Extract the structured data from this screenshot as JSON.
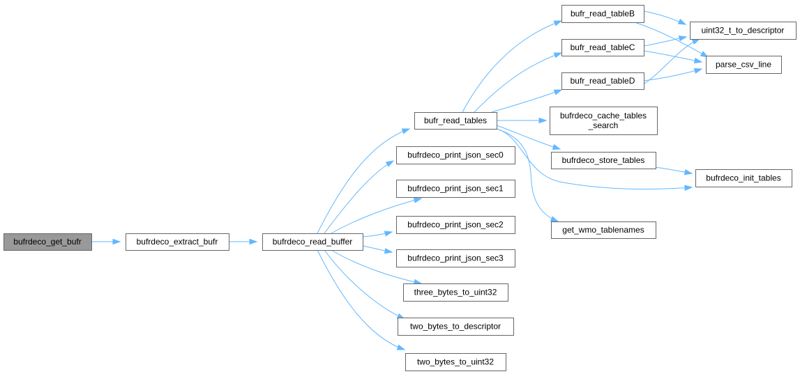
{
  "graph": {
    "edge_color": "#63b8ff",
    "node_border_color": "#666666",
    "root_fill_color": "#999999",
    "nodes": [
      {
        "id": "n1",
        "lines": [
          "bufrdeco_get_bufr"
        ],
        "root": true
      },
      {
        "id": "n2",
        "lines": [
          "bufrdeco_extract_bufr"
        ]
      },
      {
        "id": "n3",
        "lines": [
          "bufrdeco_read_buffer"
        ]
      },
      {
        "id": "n4",
        "lines": [
          "bufr_read_tables"
        ]
      },
      {
        "id": "n5",
        "lines": [
          "bufrdeco_print_json_sec0"
        ]
      },
      {
        "id": "n6",
        "lines": [
          "bufrdeco_print_json_sec1"
        ]
      },
      {
        "id": "n7",
        "lines": [
          "bufrdeco_print_json_sec2"
        ]
      },
      {
        "id": "n8",
        "lines": [
          "bufrdeco_print_json_sec3"
        ]
      },
      {
        "id": "n9",
        "lines": [
          "three_bytes_to_uint32"
        ]
      },
      {
        "id": "n10",
        "lines": [
          "two_bytes_to_descriptor"
        ]
      },
      {
        "id": "n11",
        "lines": [
          "two_bytes_to_uint32"
        ]
      },
      {
        "id": "n12",
        "lines": [
          "bufr_read_tableB"
        ]
      },
      {
        "id": "n13",
        "lines": [
          "bufr_read_tableC"
        ]
      },
      {
        "id": "n14",
        "lines": [
          "bufr_read_tableD"
        ]
      },
      {
        "id": "n15",
        "lines": [
          "bufrdeco_cache_tables",
          "_search"
        ]
      },
      {
        "id": "n16",
        "lines": [
          "bufrdeco_store_tables"
        ]
      },
      {
        "id": "n17",
        "lines": [
          "get_wmo_tablenames"
        ]
      },
      {
        "id": "n18",
        "lines": [
          "uint32_t_to_descriptor"
        ]
      },
      {
        "id": "n19",
        "lines": [
          "parse_csv_line"
        ]
      },
      {
        "id": "n20",
        "lines": [
          "bufrdeco_init_tables"
        ]
      }
    ],
    "edges": [
      {
        "from": "n1",
        "to": "n2"
      },
      {
        "from": "n2",
        "to": "n3"
      },
      {
        "from": "n3",
        "to": "n4"
      },
      {
        "from": "n3",
        "to": "n5"
      },
      {
        "from": "n3",
        "to": "n6"
      },
      {
        "from": "n3",
        "to": "n7"
      },
      {
        "from": "n3",
        "to": "n8"
      },
      {
        "from": "n3",
        "to": "n9"
      },
      {
        "from": "n3",
        "to": "n10"
      },
      {
        "from": "n3",
        "to": "n11"
      },
      {
        "from": "n4",
        "to": "n12"
      },
      {
        "from": "n4",
        "to": "n13"
      },
      {
        "from": "n4",
        "to": "n14"
      },
      {
        "from": "n4",
        "to": "n15"
      },
      {
        "from": "n4",
        "to": "n16"
      },
      {
        "from": "n4",
        "to": "n20"
      },
      {
        "from": "n4",
        "to": "n17"
      },
      {
        "from": "n12",
        "to": "n18"
      },
      {
        "from": "n12",
        "to": "n19"
      },
      {
        "from": "n13",
        "to": "n18"
      },
      {
        "from": "n13",
        "to": "n19"
      },
      {
        "from": "n14",
        "to": "n18"
      },
      {
        "from": "n14",
        "to": "n19"
      },
      {
        "from": "n16",
        "to": "n20"
      }
    ]
  }
}
